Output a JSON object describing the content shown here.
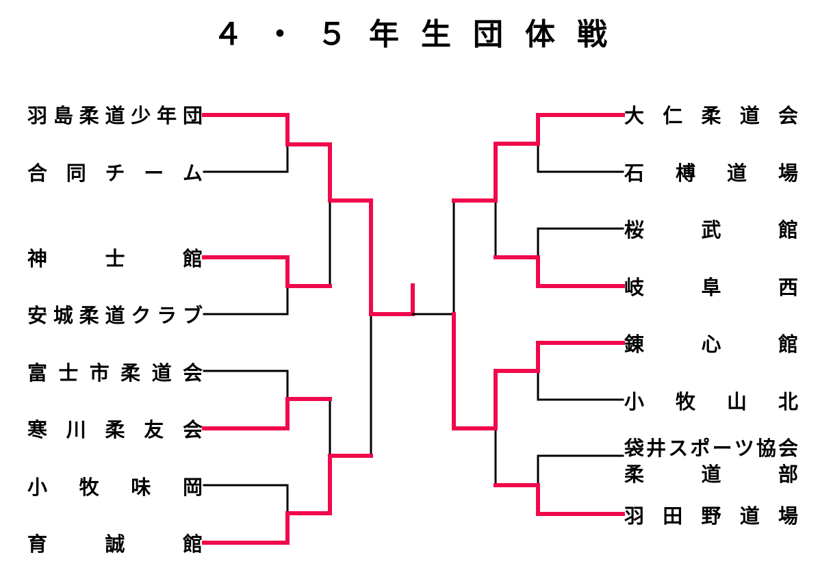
{
  "title": "４・５年生団体戦",
  "left_teams": [
    "羽島柔道少年団",
    "合同チーム",
    "神士館",
    "安城柔道クラブ",
    "富士市柔道会",
    "寒川柔友会",
    "小牧味岡",
    "育誠館"
  ],
  "right_teams": [
    "大仁柔道会",
    "石榑道場",
    "桜武館",
    "岐阜西",
    "錬心館",
    "小牧山北",
    "袋井スポーツ協会",
    "柔道部",
    "羽田野道場"
  ],
  "colors": {
    "winner": "#f0094b",
    "line": "#000000"
  }
}
